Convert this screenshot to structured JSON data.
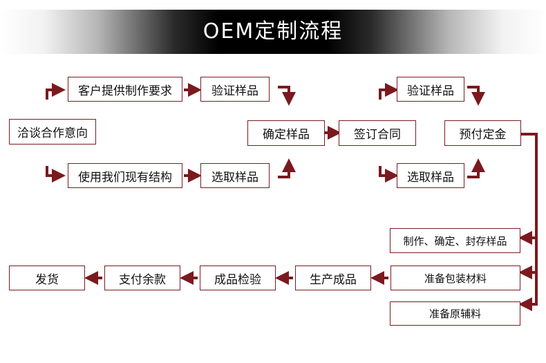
{
  "title": "OEM定制流程",
  "colors": {
    "accent": "#7a1a1f",
    "title_bg": "#000000",
    "title_text": "#ffffff"
  },
  "steps": {
    "negotiate": "洽谈合作意向",
    "customer_samples": "客户提供制作要求",
    "verify_samples_1": "验证样品",
    "existing_structure": "使用我们现有结构",
    "select_samples_1": "选取样品",
    "confirm_samples": "确定样品",
    "sign_contract": "签订合同",
    "verify_samples_2": "验证样品",
    "select_samples_2": "选取样品",
    "deposit": "预付定金",
    "make_confirm_seal": "制作、确定、封存样品",
    "packaging_materials": "准备包装材料",
    "raw_materials": "准备原辅料",
    "produce": "生产成品",
    "inspect": "成品检验",
    "pay_balance": "支付余款",
    "ship": "发货"
  }
}
